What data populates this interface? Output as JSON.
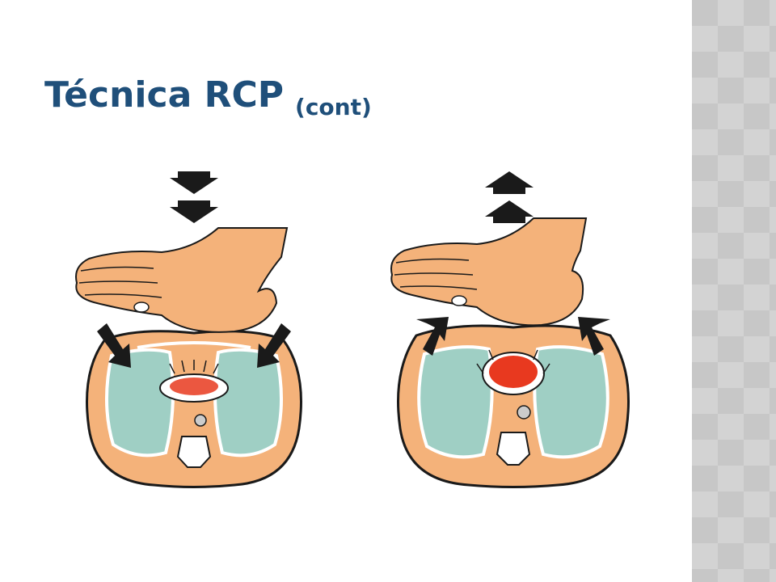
{
  "slide": {
    "title": "Técnica RCP",
    "title_suffix": "(cont)"
  },
  "illustrations": [
    {
      "name": "compression",
      "arrow_direction": "down"
    },
    {
      "name": "decompression",
      "arrow_direction": "up"
    }
  ],
  "colors": {
    "title": "#1f4f7a",
    "skin": "#f4b27a",
    "lung": "#9fcfc4",
    "heart": "#e8391f",
    "outline": "#1a1a1a",
    "band": "#c7c7c7"
  }
}
